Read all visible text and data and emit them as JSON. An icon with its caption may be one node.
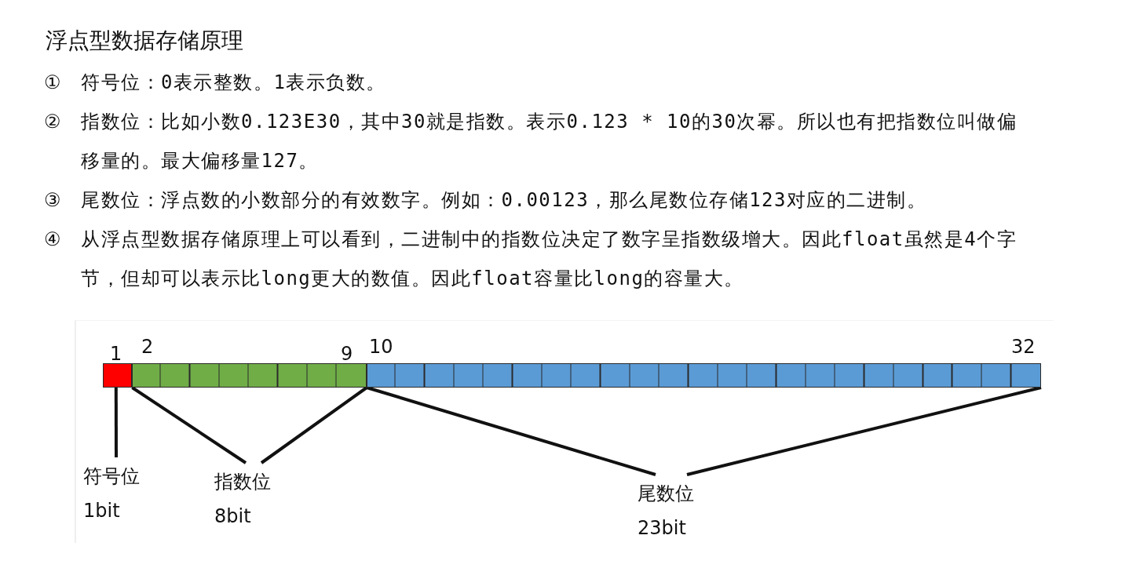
{
  "diagram": {
    "title": "浮点型数据存储原理",
    "nodes": [
      {
        "text": [],
        "shape": "bar"
      },
      {
        "text": [],
        "shape": "bar"
      },
      {
        "text": [],
        "shape": "bar"
      },
      {
        "text": [
          "符号位",
          "1bit"
        ]
      },
      {
        "text": [
          "指数位",
          "8bit"
        ]
      },
      {
        "text": [
          "尾数位",
          "23bit"
        ]
      }
    ],
    "edges": [
      {
        "from": 0,
        "to": 3,
        "arrow": "none"
      },
      {
        "from": 1,
        "to": 4,
        "arrow": "none"
      },
      {
        "from": 1,
        "to": 4,
        "arrow": "none"
      },
      {
        "from": 2,
        "to": 5,
        "arrow": "none"
      },
      {
        "from": 2,
        "to": 5,
        "arrow": "none"
      }
    ],
    "labels": [
      "①",
      "符号位：0表示整数。1表示负数。",
      "②",
      "指数位：比如小数0.123E30，其中30就是指数。表示0.123 * 10的30次幂。所以也有把指数位叫做偏移量的。最大偏移量127。",
      "③",
      "尾数位：浮点数的小数部分的有效数字。例如：0.00123，那么尾数位存储123对应的二进制。",
      "④",
      "从浮点型数据存储原理上可以看到，二进制中的指数位决定了数字呈指数级增大。因此float虽然是4个字节，但却可以表示比long更大的数值。因此float容量比long的容量大。",
      "1",
      "2",
      "9",
      "10",
      "32"
    ]
  }
}
